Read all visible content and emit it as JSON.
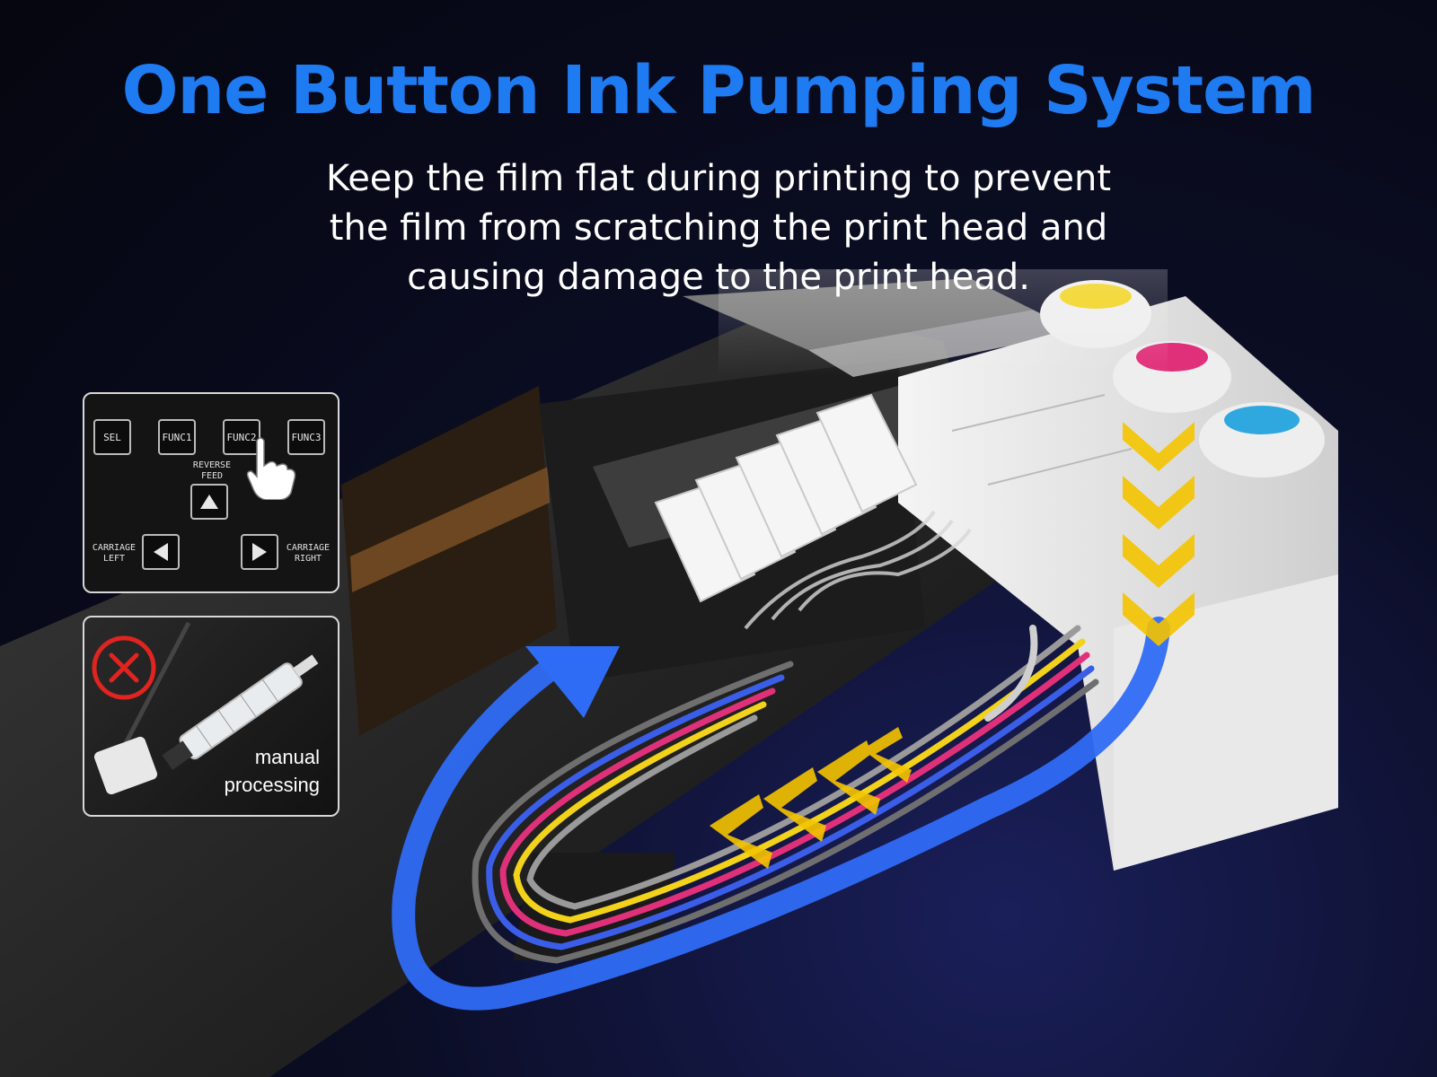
{
  "title": "One Button Ink  Pumping System",
  "subtitle": "Keep the film flat during printing to prevent the film from scratching the print head and causing damage to the print head.",
  "control_panel": {
    "keys": [
      "SEL",
      "FUNC1",
      "FUNC2",
      "FUNC3"
    ],
    "reverse_feed_label": "REVERSE FEED",
    "carriage_left_label": "CARRIAGE LEFT",
    "carriage_right_label": "CARRIAGE RIGHT"
  },
  "manual_card": {
    "label": "manual processing"
  },
  "colors": {
    "title_blue": "#1f7bf2",
    "arrow_blue": "#2f6cf5",
    "chevron_yellow": "#f5c400",
    "ink_yellow": "#f2d21b",
    "ink_magenta": "#e0307a",
    "ink_cyan": "#2fa8e0",
    "ink_blue": "#3b5ee8"
  },
  "icons": [
    "hand-pointer-icon",
    "up-arrow-icon",
    "left-arrow-icon",
    "right-arrow-icon",
    "cross-circle-icon",
    "syringe-icon"
  ]
}
